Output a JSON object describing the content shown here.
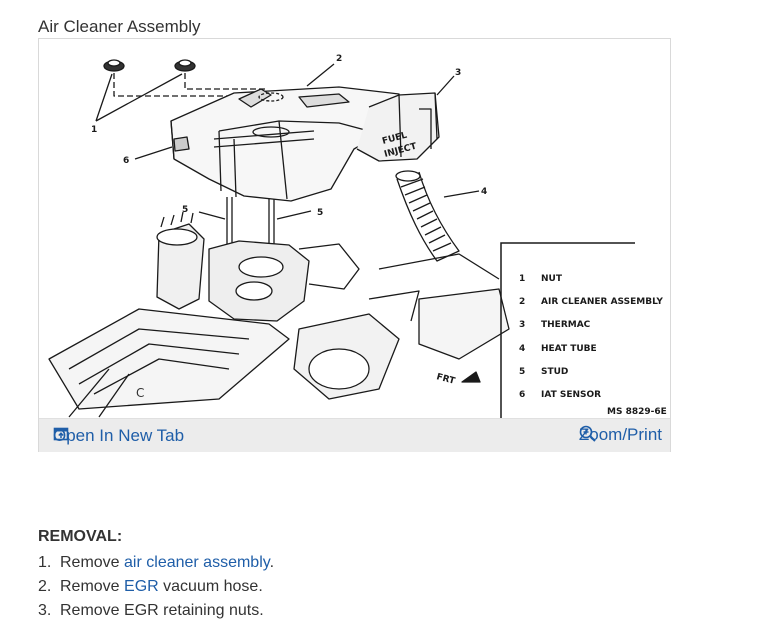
{
  "page": {
    "title": "Air Cleaner Assembly"
  },
  "figure": {
    "callouts": [
      "1",
      "2",
      "3",
      "4",
      "5",
      "5",
      "6"
    ],
    "legend": [
      {
        "num": "1",
        "label": "NUT"
      },
      {
        "num": "2",
        "label": "AIR CLEANER ASSEMBLY"
      },
      {
        "num": "3",
        "label": "THERMAC"
      },
      {
        "num": "4",
        "label": "HEAT TUBE"
      },
      {
        "num": "5",
        "label": "STUD"
      },
      {
        "num": "6",
        "label": "IAT SENSOR"
      }
    ],
    "code": "MS 8829-6E",
    "frt_label": "FRT",
    "fuel_label_1": "FUEL",
    "fuel_label_2": "INJECT",
    "c_label": "C",
    "open_tab": "Open In New Tab",
    "zoom": "Zoom/Print",
    "icons": {
      "open_tab": "open-in-new-tab-icon",
      "zoom": "zoom-in-icon"
    }
  },
  "removal": {
    "heading": "REMOVAL:",
    "steps": [
      {
        "num": "1.",
        "pre": "Remove ",
        "link": "air cleaner assembly",
        "post": "."
      },
      {
        "num": "2.",
        "pre": "Remove ",
        "link": "EGR",
        "post": " vacuum hose."
      },
      {
        "num": "3.",
        "pre": "Remove EGR retaining nuts.",
        "link": "",
        "post": ""
      }
    ]
  },
  "colors": {
    "link": "#1f5ea8",
    "text": "#333333",
    "footer_bg": "#ececec"
  }
}
